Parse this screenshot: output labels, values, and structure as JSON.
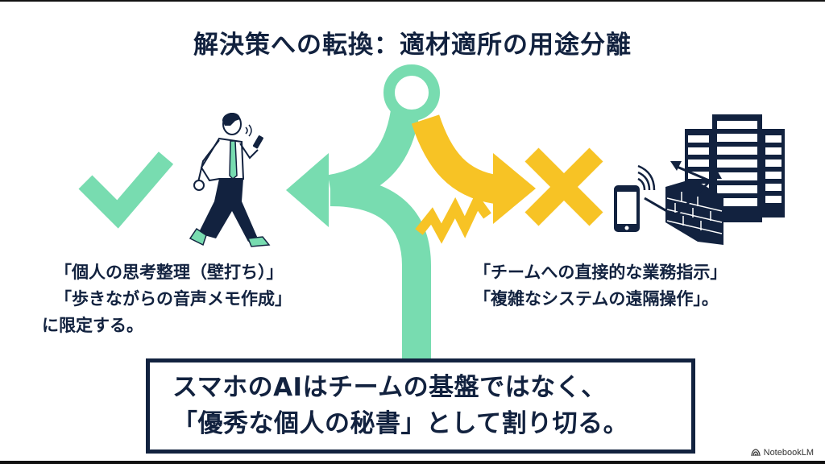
{
  "title": "解決策への転換：適材適所の用途分離",
  "left": {
    "icon": "checkmark-icon",
    "illustration": "walking-man-voice-memo",
    "lines": [
      "「個人の思考整理（壁打ち）」",
      "「歩きながらの音声メモ作成」",
      "に限定する。"
    ]
  },
  "right": {
    "icon": "x-mark-icon",
    "illustration": "phone-firewall-servers",
    "lines": [
      "「チームへの直接的な業務指示」",
      "「複雑なシステムの遠隔操作」。"
    ]
  },
  "conclusion": {
    "lines": [
      "スマホのAIはチームの基盤ではなく、",
      "「優秀な個人の秘書」として割り切る。"
    ]
  },
  "watermark": {
    "icon": "notebooklm-logo-icon",
    "label": "NotebookLM"
  },
  "colors": {
    "navy": "#12223f",
    "green": "#78dcb0",
    "yellow": "#f7c325",
    "background": "#ffffff"
  }
}
